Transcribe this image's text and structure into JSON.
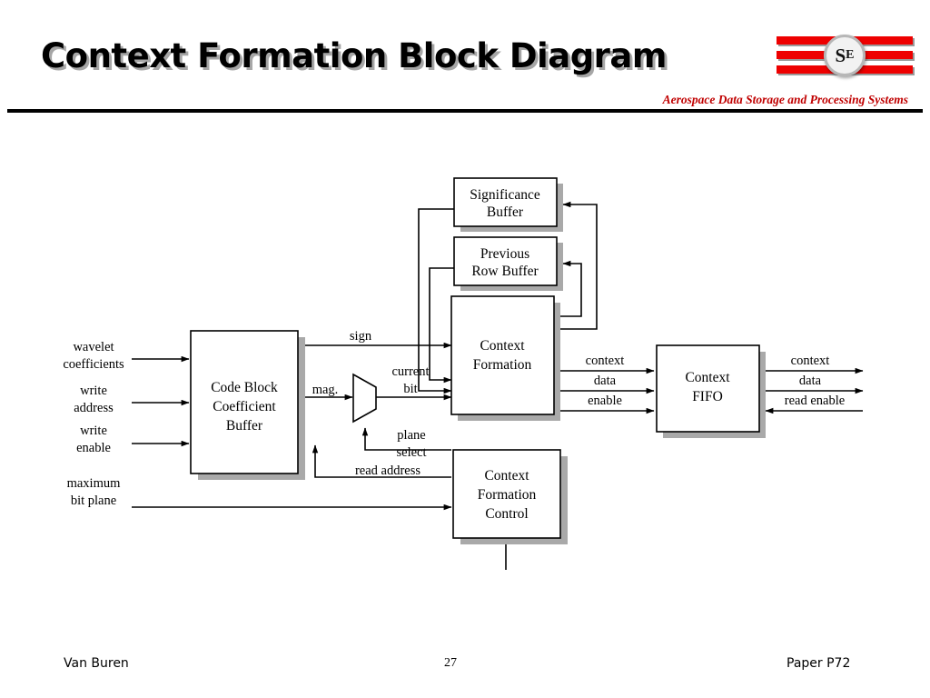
{
  "header": {
    "title": "Context Formation Block Diagram",
    "subtitle": "Aerospace Data Storage and Processing Systems",
    "logo": {
      "badge_main": "S",
      "badge_sub": "E",
      "bar_color": "#ee0000"
    }
  },
  "footer": {
    "author": "Van Buren",
    "page_number": "27",
    "paper_id": "Paper P72"
  },
  "diagram": {
    "blocks": [
      {
        "id": "significance-buffer",
        "line1": "Significance",
        "line2": "Buffer",
        "line3": ""
      },
      {
        "id": "previous-row-buffer",
        "line1": "Previous",
        "line2": "Row  Buffer",
        "line3": ""
      },
      {
        "id": "context-formation",
        "line1": "Context",
        "line2": "Formation",
        "line3": ""
      },
      {
        "id": "code-block-coefficient-buffer",
        "line1": "Code Block",
        "line2": "Coefficient",
        "line3": "Buffer"
      },
      {
        "id": "context-formation-control",
        "line1": "Context",
        "line2": "Formation",
        "line3": "Control"
      },
      {
        "id": "context-fifo",
        "line1": "Context",
        "line2": "FIFO",
        "line3": ""
      }
    ],
    "mux": {
      "id": "plane-select-mux"
    },
    "signals": {
      "wavelet_coefficients_l1": "wavelet",
      "wavelet_coefficients_l2": "coefficients",
      "write_address_l1": "write",
      "write_address_l2": "address",
      "write_enable_l1": "write",
      "write_enable_l2": "enable",
      "maximum_bit_plane_l1": "maximum",
      "maximum_bit_plane_l2": "bit plane",
      "sign": "sign",
      "mag": "mag.",
      "current_bit_l1": "current",
      "current_bit_l2": "bit",
      "plane_select_l1": "plane",
      "plane_select_l2": "select",
      "read_address": "read address",
      "fifo_in_context": "context",
      "fifo_in_data": "data",
      "fifo_in_enable": "enable",
      "fifo_out_context": "context",
      "fifo_out_data": "data",
      "fifo_out_read_enable": "read enable"
    }
  }
}
